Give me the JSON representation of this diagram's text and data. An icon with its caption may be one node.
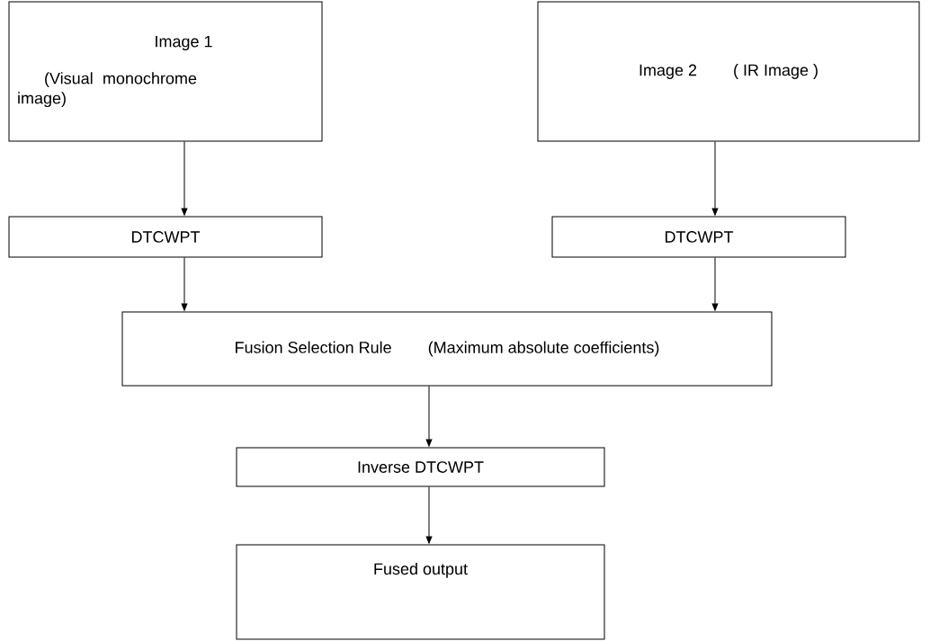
{
  "diagram": {
    "nodes": [
      {
        "text": [
          "Image 1",
          "(Visual monochrome image)"
        ]
      },
      {
        "text": [
          "Image 2",
          "( IR Image )"
        ]
      },
      {
        "text": [
          "DTCWPT"
        ]
      },
      {
        "text": [
          "DTCWPT"
        ]
      },
      {
        "text": [
          "Fusion Selection Rule",
          "(Maximum absolute coefficients)"
        ]
      },
      {
        "text": [
          "Inverse  DTCWPT"
        ]
      },
      {
        "text": [
          "Fused output"
        ]
      }
    ],
    "edges": [
      {
        "from": 0,
        "to": 2,
        "arrow": "to"
      },
      {
        "from": 1,
        "to": 3,
        "arrow": "to"
      },
      {
        "from": 2,
        "to": 4,
        "arrow": "to"
      },
      {
        "from": 3,
        "to": 4,
        "arrow": "to"
      },
      {
        "from": 4,
        "to": 5,
        "arrow": "to"
      },
      {
        "from": 5,
        "to": 6,
        "arrow": "to"
      }
    ]
  }
}
